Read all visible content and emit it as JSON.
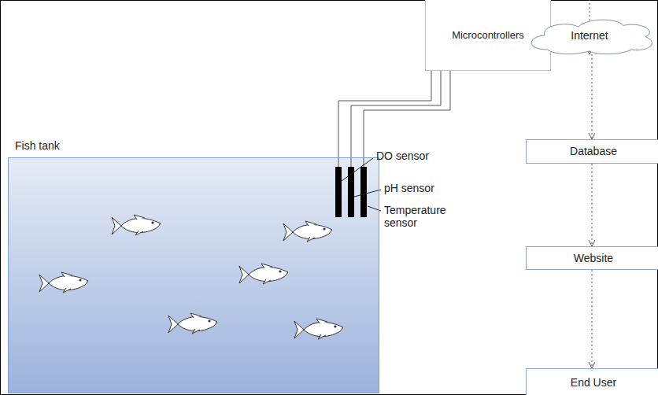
{
  "diagram": {
    "nodes": [
      {
        "text": [
          "Microcontrollers"
        ]
      },
      {
        "text": [
          "Internet"
        ]
      },
      {
        "text": [
          "Fish tank"
        ]
      },
      {
        "text": [
          "Database"
        ]
      },
      {
        "text": [
          "Website"
        ]
      },
      {
        "text": [
          "End User"
        ]
      }
    ],
    "edges": [
      {
        "from": 0,
        "to": 1,
        "arrow": "to"
      },
      {
        "from": 1,
        "to": 3,
        "arrow": "to"
      },
      {
        "from": 3,
        "to": 4,
        "arrow": "to"
      },
      {
        "from": 4,
        "to": 5,
        "arrow": "to"
      }
    ],
    "labels": [
      "DO sensor",
      "pH sensor",
      "Temperature sensor"
    ]
  }
}
